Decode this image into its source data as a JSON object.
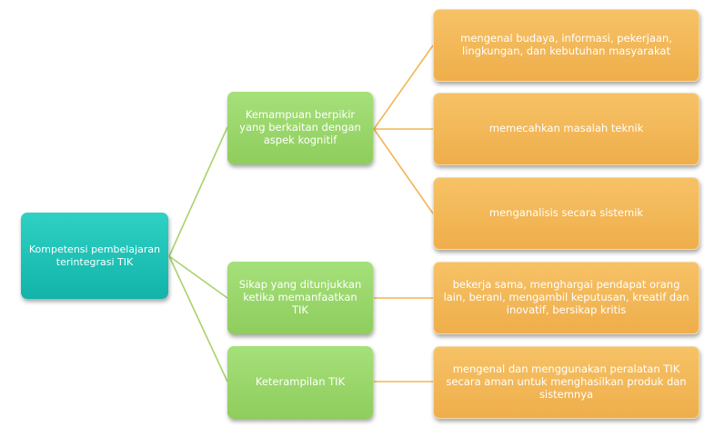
{
  "root": {
    "label": "Kompetensi pembelajaran terintegrasi TIK"
  },
  "branches": [
    {
      "label": "Kemampuan berpikir yang berkaitan dengan aspek kognitif",
      "children": [
        "mengenal budaya, informasi, pekerjaan, lingkungan, dan kebutuhan masyarakat",
        "memecahkan masalah teknik",
        "menganalisis secara sistemik"
      ]
    },
    {
      "label": "Sikap yang ditunjukkan ketika memanfaatkan TIK",
      "children": [
        "bekerja sama, menghargai pendapat orang lain, berani, mengambil keputusan, kreatif dan inovatif, bersikap kritis"
      ]
    },
    {
      "label": "Keterampilan TIK",
      "children": [
        "mengenal dan menggunakan peralatan TIK secara aman untuk menghasilkan produk dan sistemnya"
      ]
    }
  ],
  "colors": {
    "root": "#1cc0b5",
    "branch": "#9ad66b",
    "leaf": "#f2b655",
    "connector": "#a8d36a"
  }
}
